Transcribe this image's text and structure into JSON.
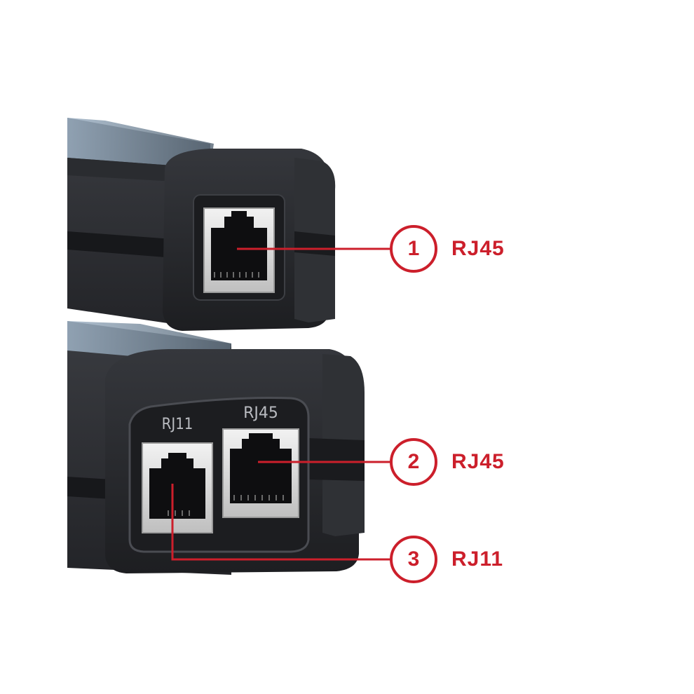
{
  "device": {
    "top_unit": {
      "port_type": "RJ45"
    },
    "bottom_unit": {
      "port_labels": [
        "RJ11",
        "RJ45"
      ]
    }
  },
  "callouts": [
    {
      "number": "1",
      "label": "RJ45"
    },
    {
      "number": "2",
      "label": "RJ45"
    },
    {
      "number": "3",
      "label": "RJ11"
    }
  ],
  "colors": {
    "accent": "#cc1f2b",
    "device_body": "#2b2d31",
    "panel": "#1f2024",
    "port_metal": "#d9d9d9",
    "background": "#ffffff"
  }
}
